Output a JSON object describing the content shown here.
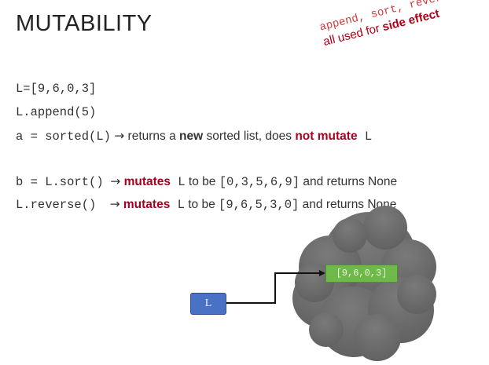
{
  "slide": {
    "title": "MUTABILITY",
    "note": {
      "methods": "append, sort, reverse",
      "text_prefix": "all used for ",
      "text_bold": "side effect"
    },
    "lines": {
      "l0": "L=[9,6,0,3]",
      "l1": "L.append(5)",
      "l2_code": "a = sorted(L)",
      "l2_arrow": "→",
      "l2_t1": " returns a ",
      "l2_new": "new",
      "l2_t2": " sorted list, does ",
      "l2_notmutate": "not mutate",
      "l2_L": " L",
      "l3_code": "b = L.sort()",
      "l3_arrow": "→",
      "l3_mutates": "mutates",
      "l3_L": " L",
      "l3_t1": " to be ",
      "l3_list": "[0,3,5,6,9]",
      "l3_t2": " and returns None",
      "l4_code": "L.reverse()",
      "l4_arrow": "→",
      "l4_mutates": "mutates",
      "l4_L": " L",
      "l4_t1": " to be ",
      "l4_list": "[9,6,5,3,0]",
      "l4_t2": " and returns None"
    },
    "diagram": {
      "variable": "L",
      "value": "[9,6,0,3]",
      "colors": {
        "cloud": "#6e6e6e",
        "variable_box": "#4a72c4",
        "value_box": "#6fb84a"
      }
    }
  }
}
